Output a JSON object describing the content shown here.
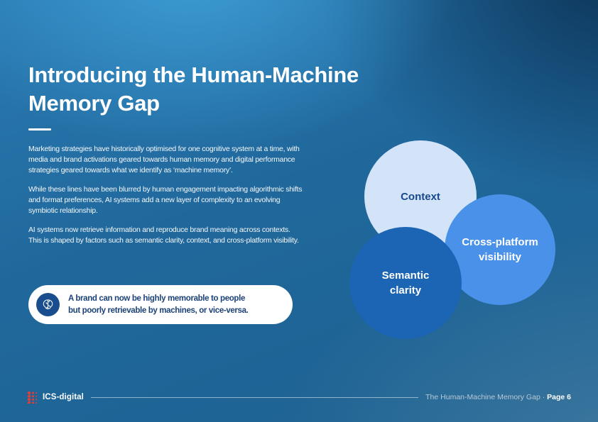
{
  "slide": {
    "title": "Introducing the Human-Machine Memory Gap",
    "paragraphs": [
      "Marketing strategies have historically optimised for one cognitive system at a time, with media and brand activations geared towards human memory and digital performance strategies geared towards what we identify as ‘machine memory’.",
      "While these lines have been blurred by human engagement impacting algorithmic shifts and format preferences, AI systems add a new layer of complexity to an evolving symbiotic relationship.",
      "AI systems now retrieve information and reproduce brand meaning across contexts. This is shaped by factors such as semantic clarity, context, and cross-platform visibility."
    ],
    "callout": {
      "icon": "brain-icon",
      "lines": [
        "A brand can now be highly memorable to people",
        "but poorly retrievable by machines, or vice-versa."
      ]
    },
    "venn": [
      {
        "label": "Context",
        "fill": "#d3e3f8",
        "text_color": "#17498c"
      },
      {
        "label": "Cross-platform visibility",
        "fill": "#4a91e9",
        "text_color": "#ffffff"
      },
      {
        "label": "Semantic clarity",
        "fill": "#1c64b4",
        "text_color": "#ffffff"
      }
    ],
    "footer": {
      "brand": "ICS-digital",
      "doc_title": "The Human-Machine Memory Gap",
      "separator": "·",
      "page_label": "Page 6"
    },
    "colors": {
      "background_top_left": "#2b7fb8",
      "background_glow": "#3da0d7",
      "background_top_right": "#123f68",
      "background_bottom_right": "#3a7199",
      "title_color": "#ffffff",
      "callout_bg": "#ffffff",
      "callout_text": "#1c4277",
      "callout_icon_bg": "#1a4d8d",
      "logo_red": "#ee3a30",
      "footer_muted": "#b9c7d5"
    }
  }
}
